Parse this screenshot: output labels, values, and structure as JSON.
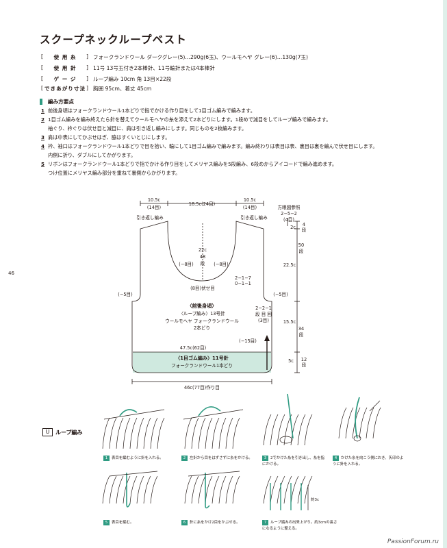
{
  "title": "スクープネックループベスト",
  "specs": [
    {
      "label": "使 用 糸",
      "value": "フォークランドウール ダークグレー(5)…290g(6玉)、ウールモヘヤ グレー(6)…130g(7玉)"
    },
    {
      "label": "使 用 針",
      "value": "11号 13号玉付き2本棒針、11号輪針または4本棒針"
    },
    {
      "label": "ゲ ー ジ",
      "value": "ループ編み 10cm 角 13目×22段"
    },
    {
      "label": "できあがり寸法",
      "value": "胸囲 95cm、着丈 45cm"
    }
  ],
  "section_title": "編み方要点",
  "steps": [
    {
      "num": "1",
      "text": "前後身頃はフォークランドウール1本どりで指でかける作り目をして1目ゴム編みで編みます。",
      "cont": []
    },
    {
      "num": "2",
      "text": "1目ゴム編みを編み終えたら針を替えてウールモヘヤの糸を添えて2本どりにします。1段めで減目をしてループ編みで編みます。",
      "cont": [
        "袖ぐり、衿ぐりは伏せ目と減目に、肩は引き返し編みにします。同じものを2枚編みます。"
      ]
    },
    {
      "num": "3",
      "text": "肩は中表にしてかぶせはぎ、脇はすくいとじにします。",
      "cont": []
    },
    {
      "num": "4",
      "text": "衿、袖口はフォークランドウール1本どりで目を拾い、輪にして1目ゴム編みで編みます。編み終わりは表目は表、裏目は裏を編んで伏せ目にします。",
      "cont": [
        "内側に折り、ダブルにしてかがります。"
      ]
    },
    {
      "num": "5",
      "text": "リボンはフォークランドウール1本どりで指でかける作り目をしてメリヤス編みを5段編み、6段めからアイコードで編み進めます。",
      "cont": [
        "つけ位置にメリヤス編み部分を重ねて裏側からかがります。"
      ]
    }
  ],
  "page_number": "46",
  "diagram": {
    "top_left_cm": "10.5c",
    "top_left_st": "(14目)",
    "top_mid_cm": "18.5c(24目)",
    "top_right_cm": "10.5c",
    "top_right_st": "(14目)",
    "short_row_left": "引き返し編み",
    "short_row_right": "引き返し編み",
    "neck_depth_cm": "22c",
    "neck_depth_rows": "48",
    "neck_depth_unit": "段",
    "neck_dec_left": "(−8目)",
    "neck_dec_right": "(−8目)",
    "neck_dec_rule_1": "2−1−7",
    "neck_dec_rule_2": "0−1−1",
    "neck_bind": "(8目)伏せ目",
    "armhole_left": "(−5目)",
    "armhole_right": "(−5目)",
    "arm_rule_1": "2−2−1",
    "arm_rule_2": "段 目 回",
    "arm_rule_3": "(3目)",
    "shoulder_ref": "方眼図参照",
    "shoulder_rule_1": "2−5−2",
    "shoulder_rule_2": "(4目)",
    "right_2c": "2c",
    "right_4": "4",
    "right_4u": "段",
    "right_225": "22.5c",
    "right_50": "50",
    "right_50u": "段",
    "right_155": "15.5c",
    "right_34": "34",
    "right_34u": "段",
    "right_5": "5c",
    "right_12": "12",
    "right_12u": "段",
    "body_title": "〈前後身頃〉",
    "body_stitch": "〈ループ編み〉13号針",
    "body_yarn": "ウールモヘヤ フォークランドウール",
    "body_strands": "2本どり",
    "dec_15": "(−15目)",
    "width_475": "47.5c(62目)",
    "rib_title": "〈1目ゴム編み〉11号針",
    "rib_yarn": "フォークランドウール1本どり",
    "cast_on": "46c(77目)作り目"
  },
  "legend_symbol": "U",
  "legend_label": "ループ編み",
  "captions": [
    {
      "n": "1",
      "text": "表目を編むように針を入れる。"
    },
    {
      "n": "2",
      "text": "左針から目をはずさずに糸をかける。"
    },
    {
      "n": "3",
      "text": "2でかけた糸を引き出し、糸を指にかける。"
    },
    {
      "n": "4",
      "text": "かけた糸を向こう側におき、矢印のように針を入れる。"
    },
    {
      "n": "5",
      "text": "表目を編む。"
    },
    {
      "n": "6",
      "text": "針に糸をかけ2目をかぶせる。"
    },
    {
      "n": "7",
      "text": "ループ編みの出来上がり。約3cmの長さになるように整える。"
    }
  ],
  "loop_length": "約3c",
  "watermark": "PassionForum.ru",
  "colors": {
    "accent": "#2e9b82",
    "rib_fill": "#cfe9df",
    "yarn": "#7cc5b0"
  }
}
